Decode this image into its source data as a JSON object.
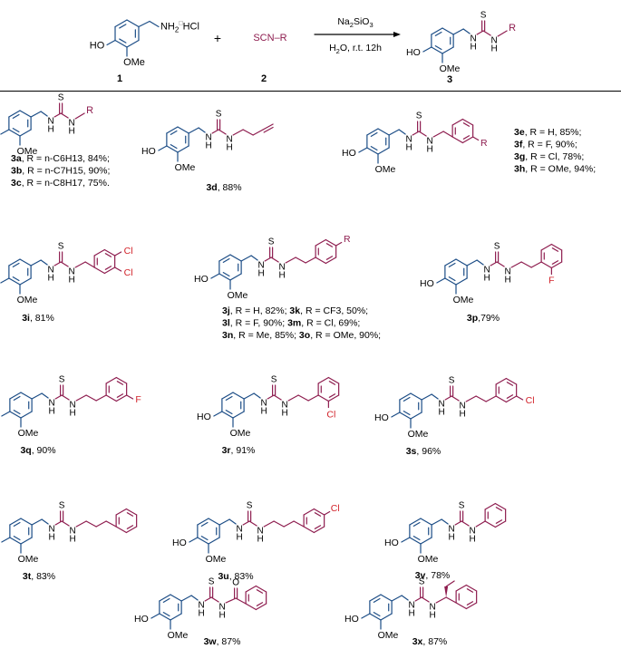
{
  "colors": {
    "blue": "#1c4d86",
    "maroon": "#8e1d4f",
    "red": "#d2232a",
    "black": "#000000"
  },
  "scheme": {
    "reactant1": {
      "oh": "HO",
      "ome": "OMe",
      "amine": "NH",
      "amine_sub": "2",
      "salt": "HCl",
      "number": "1"
    },
    "plus": "+",
    "reactant2": {
      "formula": "SCN–R",
      "number": "2"
    },
    "conditions": {
      "reagent_pre": "Na",
      "reagent_sub1": "2",
      "reagent_mid": "SiO",
      "reagent_sub2": "3",
      "solvent_pre": "H",
      "solvent_sub": "2",
      "solvent_post": "O, r.t. 12h"
    },
    "product": {
      "number": "3",
      "s": "S",
      "r": "R"
    }
  },
  "atoms": {
    "s": "S",
    "n": "N",
    "h": "H",
    "r": "R",
    "ho": "HO",
    "ome": "OMe",
    "o": "O",
    "f": "F",
    "cl": "Cl"
  },
  "compounds": [
    {
      "id": "3a",
      "lines": [
        {
          "label": "3a",
          "text": ", R = n-C6H13, 84%;"
        },
        {
          "label": "3b",
          "text": ", R = n-C7H15, 90%;"
        },
        {
          "label": "3c",
          "text": ", R = n-C8H17, 75%."
        }
      ]
    },
    {
      "id": "3d",
      "lines": [
        {
          "label": "3d",
          "text": ", 88%"
        }
      ]
    },
    {
      "id": "3e",
      "lines": [
        {
          "label": "3e",
          "text": ", R  = H, 85%;"
        },
        {
          "label": "3f",
          "text": ", R = F, 90%;"
        },
        {
          "label": "3g",
          "text": ", R = Cl, 78%;"
        },
        {
          "label": "3h",
          "text": ", R = OMe, 94%;"
        }
      ]
    },
    {
      "id": "3i",
      "lines": [
        {
          "label": "3i",
          "text": ", 81%"
        }
      ]
    },
    {
      "id": "3j",
      "lines": [
        {
          "label": "3j",
          "text": ", R  = H, 82%; ",
          "label2": "3k",
          "text2": ", R = CF3, 50%;"
        },
        {
          "label": "3l",
          "text": ", R = F, 90%; ",
          "label2": "3m",
          "text2": ", R = Cl, 69%;"
        },
        {
          "label": "3n",
          "text": ", R  = Me, 85%; ",
          "label2": "3o",
          "text2": ", R = OMe, 90%;"
        }
      ]
    },
    {
      "id": "3p",
      "lines": [
        {
          "label": "3p",
          "text": ",79%"
        }
      ]
    },
    {
      "id": "3q",
      "lines": [
        {
          "label": "3q",
          "text": ", 90%"
        }
      ]
    },
    {
      "id": "3r",
      "lines": [
        {
          "label": "3r",
          "text": ", 91%"
        }
      ]
    },
    {
      "id": "3s",
      "lines": [
        {
          "label": "3s",
          "text": ", 96%"
        }
      ]
    },
    {
      "id": "3t",
      "lines": [
        {
          "label": "3t",
          "text": ", 83%"
        }
      ]
    },
    {
      "id": "3u",
      "lines": [
        {
          "label": "3u",
          "text": ", 83%"
        }
      ]
    },
    {
      "id": "3v",
      "lines": [
        {
          "label": "3v",
          "text": ", 78%"
        }
      ]
    },
    {
      "id": "3w",
      "lines": [
        {
          "label": "3w",
          "text": ", 87%"
        }
      ]
    },
    {
      "id": "3x",
      "lines": [
        {
          "label": "3x",
          "text": ", 87%"
        }
      ]
    }
  ]
}
